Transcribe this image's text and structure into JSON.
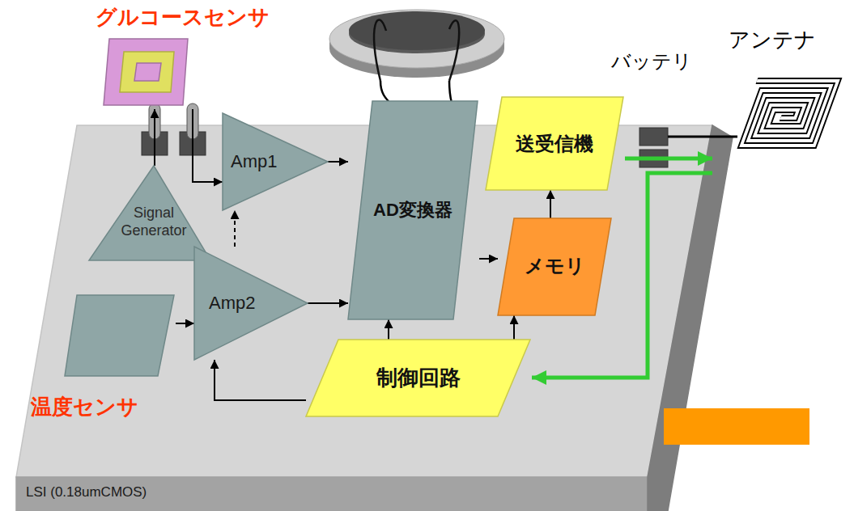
{
  "diagram": {
    "nodes": [
      {
        "text": [
          "グルコースセンサ"
        ]
      },
      {
        "text": [
          "バッテリ"
        ]
      },
      {
        "text": [
          "アンテナ"
        ]
      },
      {
        "text": [
          "LSI (0.18umCMOS)"
        ]
      },
      {
        "text": [
          "Signal Generator"
        ],
        "in": 3
      },
      {
        "text": [
          "Amp1"
        ],
        "in": 3
      },
      {
        "text": [
          "AD変換器"
        ],
        "in": 3
      },
      {
        "text": [
          "送受信機"
        ],
        "in": 3
      },
      {
        "text": [
          "温度センサ"
        ],
        "in": 3
      },
      {
        "text": [
          "Amp2"
        ],
        "in": 3
      },
      {
        "text": [
          "メモリ"
        ],
        "in": 3
      },
      {
        "text": [
          "制御回路"
        ],
        "in": 3
      }
    ],
    "edges": [
      {
        "from": 4,
        "to": 0,
        "arrow": "to"
      },
      {
        "from": 0,
        "to": 5,
        "arrow": "to"
      },
      {
        "from": 5,
        "to": 6,
        "arrow": "to"
      },
      {
        "from": 8,
        "to": 9,
        "arrow": "to"
      },
      {
        "from": 9,
        "to": 5,
        "arrow": "to"
      },
      {
        "from": 9,
        "to": 6,
        "arrow": "to"
      },
      {
        "from": 6,
        "to": 10,
        "arrow": "to"
      },
      {
        "from": 10,
        "to": 7,
        "arrow": "to"
      },
      {
        "from": 7,
        "to": 2,
        "arrow": "to"
      },
      {
        "from": 2,
        "to": 11,
        "arrow": "to"
      },
      {
        "from": 11,
        "to": 6,
        "arrow": "to"
      },
      {
        "from": 11,
        "to": 10,
        "arrow": "to"
      },
      {
        "from": 11,
        "to": 9,
        "arrow": "to"
      },
      {
        "from": 1,
        "to": 3,
        "arrow": "none"
      },
      {
        "from": 1,
        "to": 3,
        "arrow": "none"
      }
    ]
  }
}
